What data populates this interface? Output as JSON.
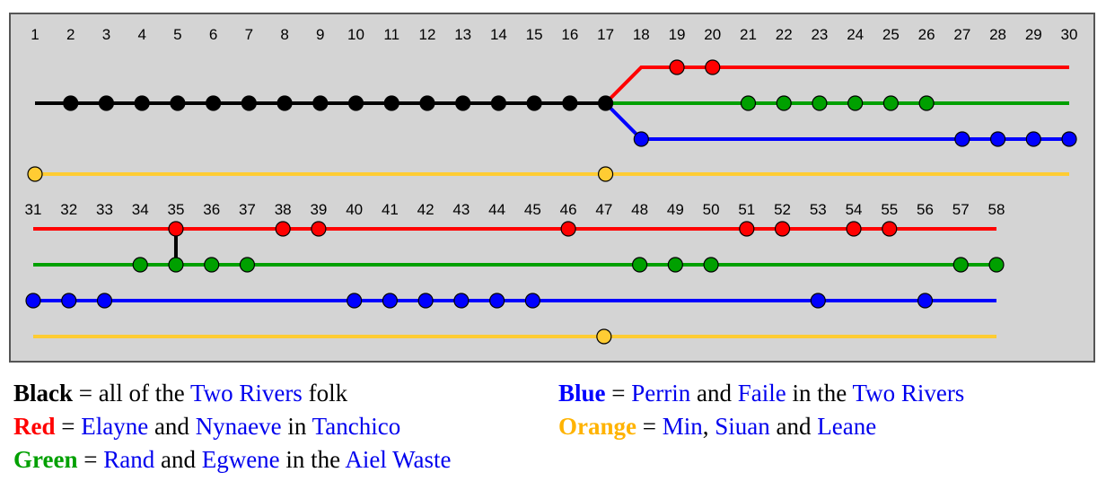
{
  "diagram": {
    "row1": {
      "ticks": [
        "1",
        "2",
        "3",
        "4",
        "5",
        "6",
        "7",
        "8",
        "9",
        "10",
        "11",
        "12",
        "13",
        "14",
        "15",
        "16",
        "17",
        "18",
        "19",
        "20",
        "21",
        "22",
        "23",
        "24",
        "25",
        "26",
        "27",
        "28",
        "29",
        "30"
      ],
      "black_nodes": [
        "2",
        "3",
        "4",
        "5",
        "6",
        "7",
        "8",
        "9",
        "10",
        "11",
        "12",
        "13",
        "14",
        "15",
        "16",
        "17"
      ],
      "red_nodes": [
        "19",
        "20"
      ],
      "green_nodes": [
        "21",
        "22",
        "23",
        "24",
        "25",
        "26"
      ],
      "blue_nodes": [
        "18",
        "27",
        "28",
        "29",
        "30"
      ],
      "orange_nodes": [
        "1",
        "17"
      ]
    },
    "row2": {
      "ticks": [
        "31",
        "32",
        "33",
        "34",
        "35",
        "36",
        "37",
        "38",
        "39",
        "40",
        "41",
        "42",
        "43",
        "44",
        "45",
        "46",
        "47",
        "48",
        "49",
        "50",
        "51",
        "52",
        "53",
        "54",
        "55",
        "56",
        "57",
        "58"
      ],
      "red_nodes": [
        "35",
        "38",
        "39",
        "46",
        "51",
        "52",
        "54",
        "55"
      ],
      "green_nodes": [
        "34",
        "35",
        "36",
        "37",
        "48",
        "49",
        "50",
        "57",
        "58"
      ],
      "blue_nodes": [
        "31",
        "32",
        "33",
        "40",
        "41",
        "42",
        "43",
        "44",
        "45",
        "53",
        "56"
      ],
      "orange_nodes": [
        "47"
      ],
      "connector": [
        "35"
      ]
    },
    "colors": {
      "black": "#000000",
      "red": "#ff0000",
      "green": "#00a000",
      "blue": "#0000ff",
      "orange": "#ffcc33",
      "orange_text": "#ffb300",
      "link": "#0000ee"
    }
  },
  "legend": {
    "black": {
      "key": "Black",
      "eq": " = all of the ",
      "n1": "Two Rivers",
      "t1": " folk"
    },
    "red": {
      "key": "Red",
      "eq": " = ",
      "n1": "Elayne",
      "t1": " and ",
      "n2": "Nynaeve",
      "t2": " in ",
      "n3": "Tanchico"
    },
    "green": {
      "key": "Green",
      "eq": " = ",
      "n1": "Rand",
      "t1": " and ",
      "n2": "Egwene",
      "t2": " in the ",
      "n3": "Aiel Waste"
    },
    "blue": {
      "key": "Blue",
      "eq": " = ",
      "n1": "Perrin",
      "t1": " and ",
      "n2": "Faile",
      "t2": " in the ",
      "n3": "Two Rivers"
    },
    "orange": {
      "key": "Orange",
      "eq": " = ",
      "n1": "Min",
      "t1": ", ",
      "n2": "Siuan",
      "t2": " and ",
      "n3": "Leane"
    }
  }
}
